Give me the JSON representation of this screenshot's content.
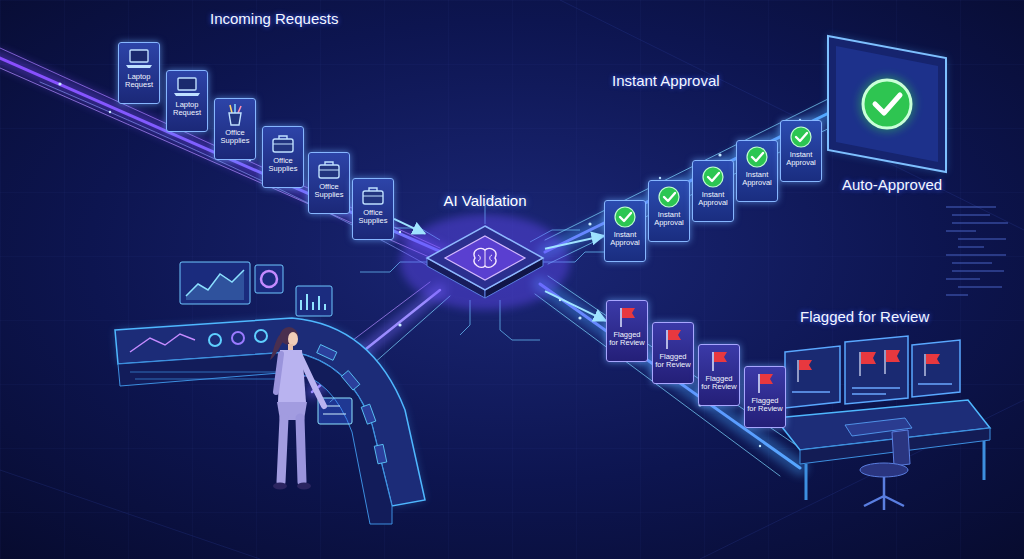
{
  "diagram": {
    "nodes": [
      {
        "text": [
          "Laptop Request"
        ]
      },
      {
        "text": [
          "Laptop Request"
        ]
      },
      {
        "text": [
          "Office Supplies"
        ]
      },
      {
        "text": [
          "Office Supplies"
        ]
      },
      {
        "text": [
          "Office Supplies"
        ]
      },
      {
        "text": [
          "Office Supplies"
        ]
      },
      {
        "text": [
          "AI Validation"
        ]
      },
      {
        "text": [
          "Instant Approval"
        ]
      },
      {
        "text": [
          "Instant Approval"
        ]
      },
      {
        "text": [
          "Instant Approval"
        ]
      },
      {
        "text": [
          "Instant Approval"
        ]
      },
      {
        "text": [
          "Instant Approval"
        ]
      },
      {
        "text": [
          "Flagged for Review"
        ]
      },
      {
        "text": [
          "Flagged for Review"
        ]
      },
      {
        "text": [
          "Flagged for Review"
        ]
      },
      {
        "text": [
          "Flagged for Review"
        ]
      }
    ],
    "edges": [
      {
        "from": 5,
        "to": 6,
        "arrow": "to"
      },
      {
        "from": 6,
        "to": 7,
        "arrow": "to"
      },
      {
        "from": 6,
        "to": 12,
        "arrow": "to"
      }
    ],
    "labels": [
      "Incoming Requests",
      "Instant Approval",
      "Auto-Approved",
      "Flagged for Review"
    ]
  }
}
